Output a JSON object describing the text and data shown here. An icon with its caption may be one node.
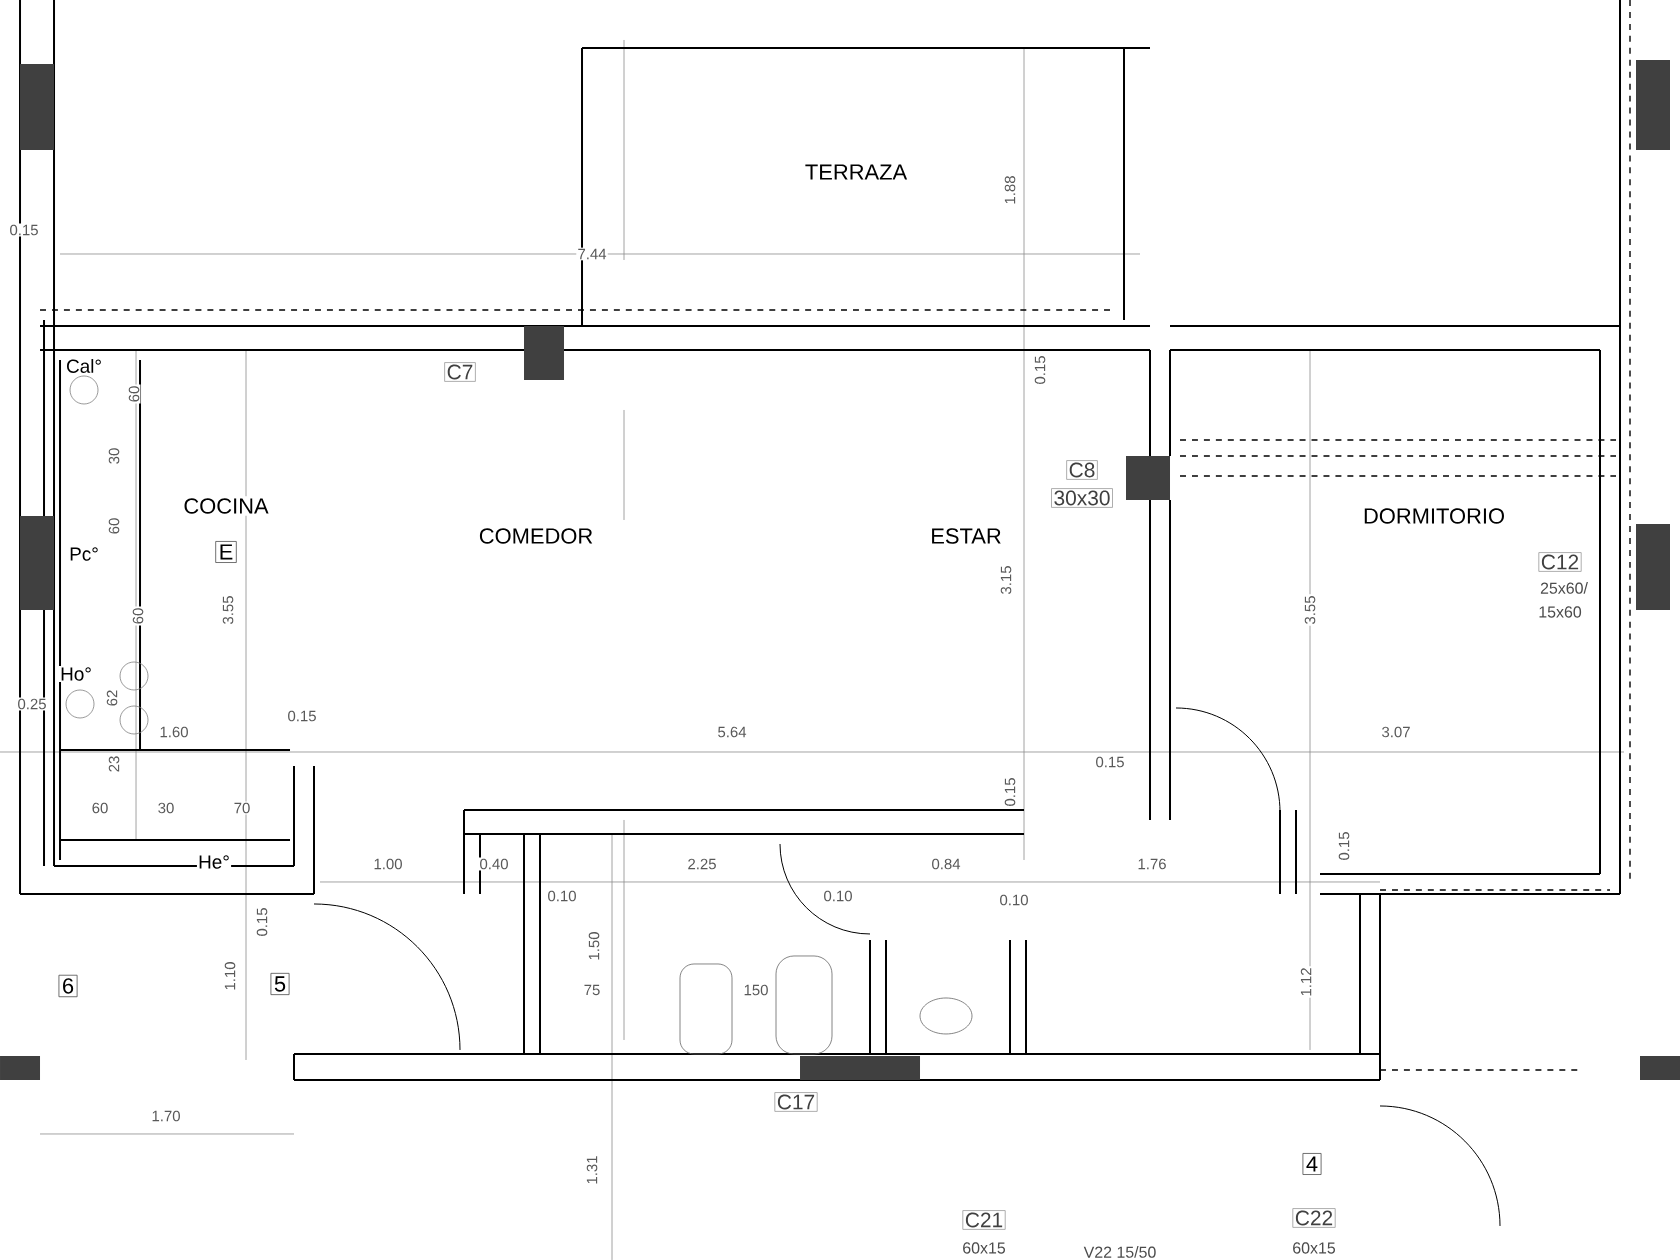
{
  "diagram": {
    "labels": [
      "TERRAZA",
      "1.88",
      "0.15",
      "7.44",
      "Cal°",
      "C7",
      "60",
      "0.15",
      "30",
      "C8",
      "30x30",
      "COCINA",
      "E",
      "COMEDOR",
      "ESTAR",
      "DORMITORIO",
      "60",
      "Pc°",
      "C12",
      "25x60/",
      "15x60",
      "3.15",
      "3.55",
      "3.55",
      "60",
      "Ho°",
      "0.25",
      "62",
      "1.60",
      "0.15",
      "5.64",
      "3.07",
      "0.15",
      "23",
      "0.15",
      "0.15",
      "60",
      "30",
      "70",
      "He°",
      "1.00",
      "0.40",
      "2.25",
      "0.84",
      "1.76",
      "0.10",
      "0.10",
      "0.10",
      "0.15",
      "6",
      "5",
      "1.10",
      "1.50",
      "1.12",
      "75",
      "150",
      "C17",
      "1.70",
      "1.31",
      "4",
      "C21",
      "60x15",
      "V22 15/50",
      "C22",
      "60x15"
    ]
  }
}
